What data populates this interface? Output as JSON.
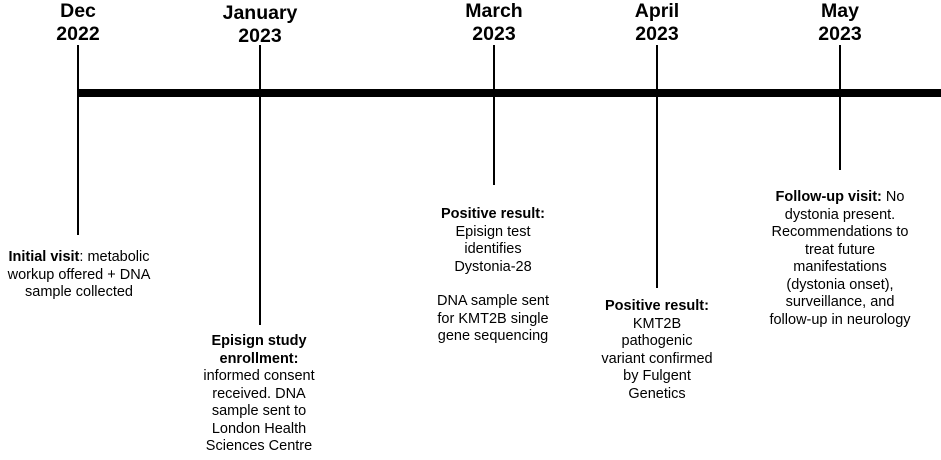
{
  "dates": [
    {
      "month": "Dec",
      "year": "2022"
    },
    {
      "month": "January",
      "year": "2023"
    },
    {
      "month": "March",
      "year": "2023"
    },
    {
      "month": "April",
      "year": "2023"
    },
    {
      "month": "May",
      "year": "2023"
    }
  ],
  "events": {
    "initial": {
      "title": "Initial visit",
      "line1": ": metabolic",
      "line2": "workup offered + DNA",
      "line3": "sample collected"
    },
    "episign": {
      "title1": "Episign study",
      "title2": "enrollment:",
      "l1": "informed consent",
      "l2": "received. DNA",
      "l3": "sample sent to",
      "l4": "London Health",
      "l5": "Sciences Centre"
    },
    "march": {
      "title": "Positive result:",
      "l1": "Episign test",
      "l2": "identifies",
      "l3": "Dystonia-28",
      "l4": "DNA sample sent",
      "l5": "for KMT2B single",
      "l6": "gene sequencing"
    },
    "april": {
      "title": "Positive result:",
      "l1": "KMT2B",
      "l2": "pathogenic",
      "l3": "variant confirmed",
      "l4": "by Fulgent",
      "l5": "Genetics"
    },
    "may": {
      "title": "Follow-up visit:",
      "t_rest": " No",
      "l1": "dystonia present.",
      "l2": "Recommendations to",
      "l3": "treat future",
      "l4": "manifestations",
      "l5": "(dystonia onset),",
      "l6": "surveillance, and",
      "l7": "follow-up in neurology"
    }
  }
}
